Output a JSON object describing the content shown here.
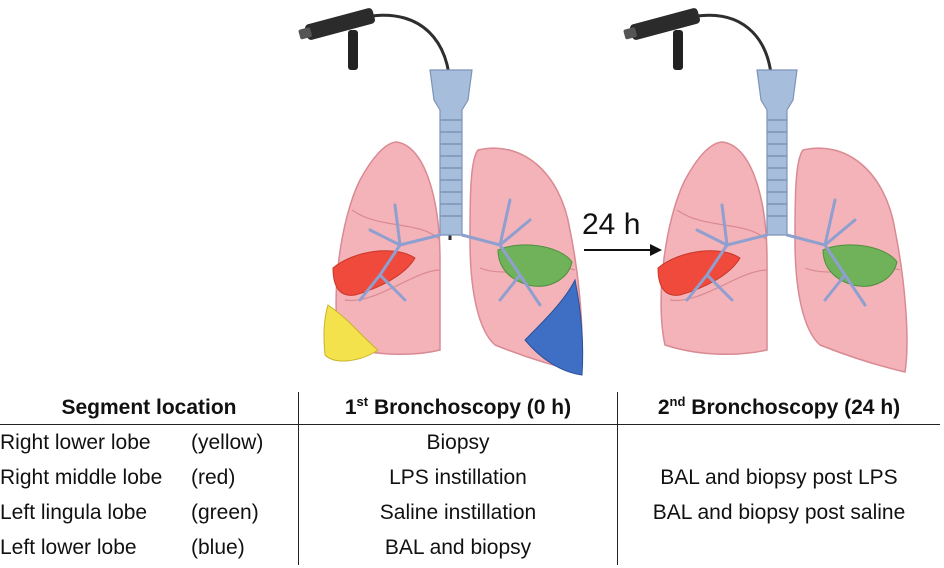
{
  "arrow_label": "24 h",
  "colors": {
    "lung": "#f4b3b8",
    "lung_edge": "#d98a93",
    "trachea": "#a7bddc",
    "bronchi": "#8f9fcf",
    "yellow": "#f3e24b",
    "red": "#ef4a3c",
    "green": "#6fb25a",
    "blue": "#3f6fc4"
  },
  "table": {
    "headers": {
      "segment": "Segment location",
      "first_num": "1",
      "first_sup": "st",
      "first_rest": " Bronchoscopy (0 h)",
      "second_num": "2",
      "second_sup": "nd",
      "second_rest": " Bronchoscopy (24 h)"
    },
    "rows": [
      {
        "lobe": "Right lower lobe",
        "color": "(yellow)",
        "first": "Biopsy",
        "second": ""
      },
      {
        "lobe": "Right middle lobe",
        "color": "(red)",
        "first": "LPS instillation",
        "second": "BAL and biopsy post LPS"
      },
      {
        "lobe": "Left lingula lobe",
        "color": "(green)",
        "first": "Saline instillation",
        "second": "BAL and biopsy post saline"
      },
      {
        "lobe": "Left lower lobe",
        "color": "(blue)",
        "first": "BAL and biopsy",
        "second": ""
      }
    ]
  }
}
